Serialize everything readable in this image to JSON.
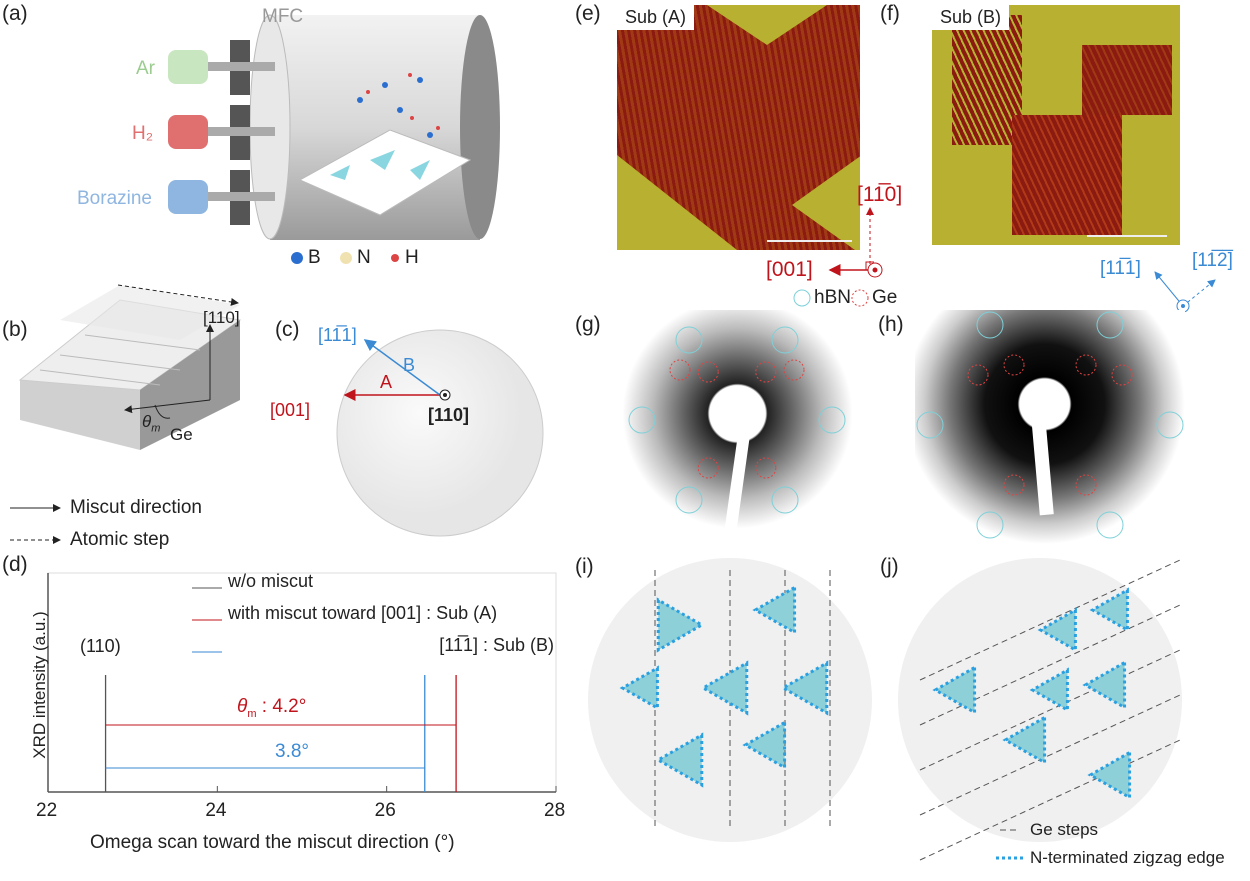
{
  "panels": {
    "a": "(a)",
    "b": "(b)",
    "c": "(c)",
    "d": "(d)",
    "e": "(e)",
    "f": "(f)",
    "g": "(g)",
    "h": "(h)",
    "i": "(i)",
    "j": "(j)"
  },
  "a": {
    "mfc": "MFC",
    "gases": [
      "Ar",
      "H₂",
      "Borazine"
    ],
    "legend": [
      "B",
      "N",
      "H"
    ],
    "colors": {
      "Ar": "#c8e6c0",
      "H2": "#e07070",
      "Borazine": "#8fb6e0"
    }
  },
  "b": {
    "direction": "[110]",
    "theta": "θ",
    "theta_sub": "m",
    "ge": "Ge",
    "legend_miscut": "Miscut direction",
    "legend_step": "Atomic step"
  },
  "c": {
    "dir_b": "[11̅1]",
    "label_b": "B",
    "label_a": "A",
    "dir_a": "[001]",
    "center": "[110]"
  },
  "e": {
    "title": "Sub (A)",
    "axis_y": "[11̅0]",
    "axis_x": "[001]"
  },
  "f": {
    "title": "Sub (B)",
    "axis_1": "[11̅1]",
    "axis_2": "[11̅2̅]"
  },
  "g": {
    "legend_hbn": "hBN",
    "legend_ge": "Ge"
  },
  "legend_ij": {
    "ge_steps": "Ge steps",
    "zigzag": "N-terminated zigzag edge"
  },
  "chart_data": {
    "type": "line",
    "title": "",
    "xlabel": "Omega scan toward the miscut direction (°)",
    "ylabel": "XRD intensity (a.u.)",
    "xlim": [
      22,
      28
    ],
    "xticks": [
      "22",
      "24",
      "26",
      "28"
    ],
    "peak_label": "(110)",
    "legend": [
      {
        "name": "w/o miscut",
        "color": "#555555",
        "x": 22.68
      },
      {
        "name": "with miscut toward [001] : Sub (A)",
        "color": "#c0141c",
        "x": 26.82
      },
      {
        "name": "[11̅1] : Sub (B)",
        "color": "#3a8ad4",
        "x": 26.45
      }
    ],
    "annotations": [
      {
        "theta": "θ",
        "sub": "m",
        "text": " : 4.2°",
        "value": 4.2,
        "color": "#c0141c"
      },
      {
        "text": "3.8°",
        "value": 3.8,
        "color": "#3a8ad4"
      }
    ]
  }
}
